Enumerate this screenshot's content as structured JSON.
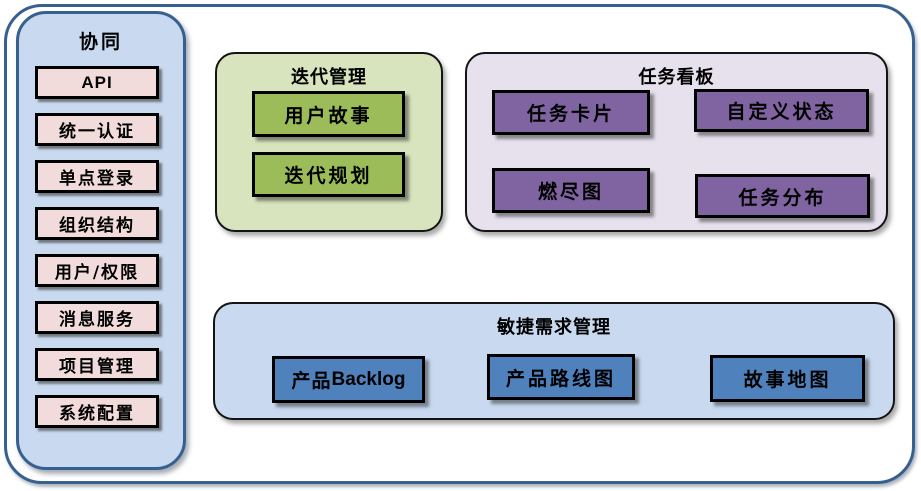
{
  "theme": {
    "outer_border": "#36608f",
    "sidebar_bg": "#c8d9f0",
    "sidebar_item_bg": "#f2dcdb",
    "iteration_panel_bg": "#d8e4bd",
    "iteration_box_bg": "#9cbb59",
    "kanban_panel_bg": "#e6e1ed",
    "kanban_box_bg": "#8064a2",
    "requirements_panel_bg": "#c8d9f0",
    "requirements_box_bg": "#4f81bd",
    "box_border": "#000000",
    "text_color": "#000000"
  },
  "sidebar": {
    "title": "协同",
    "items": [
      {
        "label": "API"
      },
      {
        "label": "统一认证"
      },
      {
        "label": "单点登录"
      },
      {
        "label": "组织结构"
      },
      {
        "label": "用户/权限"
      },
      {
        "label": "消息服务"
      },
      {
        "label": "项目管理"
      },
      {
        "label": "系统配置"
      }
    ]
  },
  "panels": {
    "iteration": {
      "title": "迭代管理",
      "items": [
        {
          "label": "用户故事"
        },
        {
          "label": "迭代规划"
        }
      ]
    },
    "kanban": {
      "title": "任务看板",
      "items": [
        {
          "label": "任务卡片"
        },
        {
          "label": "自定义状态"
        },
        {
          "label": "燃尽图"
        },
        {
          "label": "任务分布"
        }
      ]
    },
    "requirements": {
      "title": "敏捷需求管理",
      "items": [
        {
          "label_zh": "产品",
          "label_en": "Backlog"
        },
        {
          "label": "产品路线图"
        },
        {
          "label": "故事地图"
        }
      ]
    }
  }
}
